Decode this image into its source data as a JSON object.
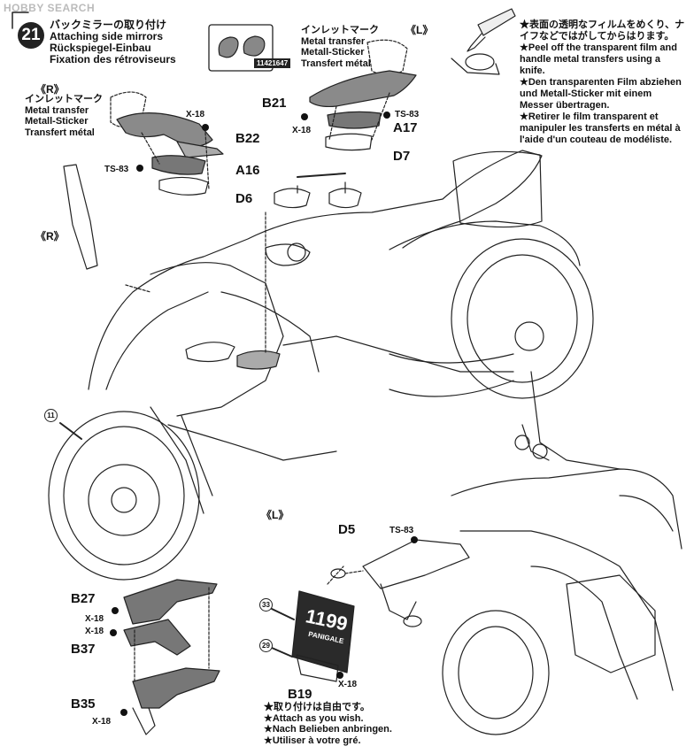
{
  "watermark": "HOBBY SEARCH",
  "step": {
    "number": "21",
    "title_jp": "バックミラーの取り付け",
    "title_en": "Attaching side mirrors",
    "title_de": "Rückspiegel-Einbau",
    "title_fr": "Fixation des rétroviseurs"
  },
  "notes": {
    "right": [
      "★表面の透明なフィルムをめくり、ナイフなどではがしてからはります。",
      "★Peel off the transparent film and handle metal transfers using a knife.",
      "★Den transparenten Film abziehen und Metall-Sticker mit einem Messer übertragen.",
      "★Retirer le film transparent et manipuler les transferts en métal à l'aide d'un couteau de modéliste."
    ],
    "optional": [
      "★取り付けは自由です。",
      "★Attach as you wish.",
      "★Nach Belieben anbringen.",
      "★Utiliser à votre gré."
    ]
  },
  "transfer_labels": {
    "left": [
      "インレットマーク",
      "Metal transfer",
      "Metall-Sticker",
      "Transfert métal"
    ],
    "right": [
      "インレットマーク",
      "Metal transfer",
      "Metall-Sticker",
      "Transfert métal"
    ]
  },
  "side_marks": {
    "r_top": "《R》",
    "l_top": "《L》",
    "r_mirror": "《R》",
    "l_bottom": "《L》"
  },
  "part_number": "11421647",
  "parts": {
    "b21": "B21",
    "b22": "B22",
    "a16": "A16",
    "a17": "A17",
    "d6": "D6",
    "d7": "D7",
    "d5": "D5",
    "b27": "B27",
    "b37": "B37",
    "b35": "B35",
    "b19": "B19"
  },
  "paints": {
    "x18_a": "X-18",
    "x18_b": "X-18",
    "ts83_a": "TS-83",
    "ts83_b": "TS-83",
    "x18_c": "X-18",
    "x18_d": "X-18",
    "x18_e": "X-18",
    "ts83_c": "TS-83",
    "x18_f": "X-18"
  },
  "decals": {
    "d11": "11",
    "d33": "33",
    "d29": "29"
  },
  "plate_text": {
    "model": "1199",
    "name": "PANIGALE"
  }
}
